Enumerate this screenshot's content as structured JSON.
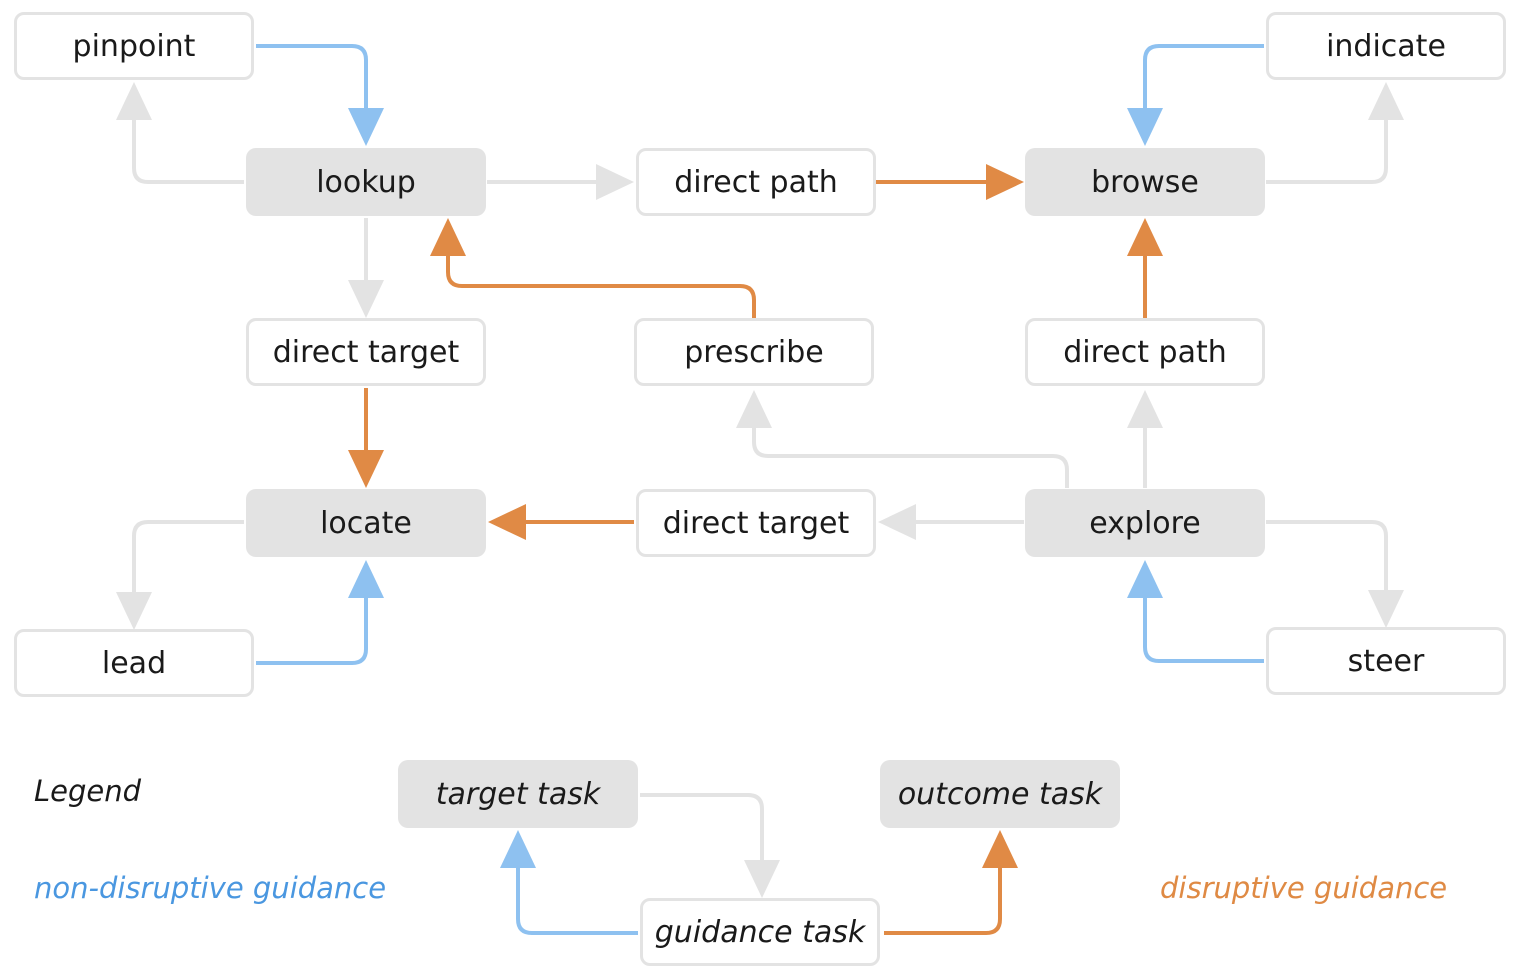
{
  "colors": {
    "gray": "#e3e3e3",
    "blue": "#8ec1f0",
    "orange": "#e08a45",
    "blue_text": "#4a97e0",
    "orange_text": "#df8a44"
  },
  "nodes": {
    "pinpoint": "pinpoint",
    "indicate": "indicate",
    "lookup": "lookup",
    "direct_path_top": "direct path",
    "browse": "browse",
    "direct_target_left": "direct target",
    "prescribe": "prescribe",
    "direct_path_right": "direct path",
    "locate": "locate",
    "direct_target_mid": "direct target",
    "explore": "explore",
    "lead": "lead",
    "steer": "steer"
  },
  "legend": {
    "title": "Legend",
    "target_task": "target task",
    "outcome_task": "outcome task",
    "guidance_task": "guidance task",
    "non_disruptive": "non-disruptive guidance",
    "disruptive": "disruptive guidance"
  }
}
